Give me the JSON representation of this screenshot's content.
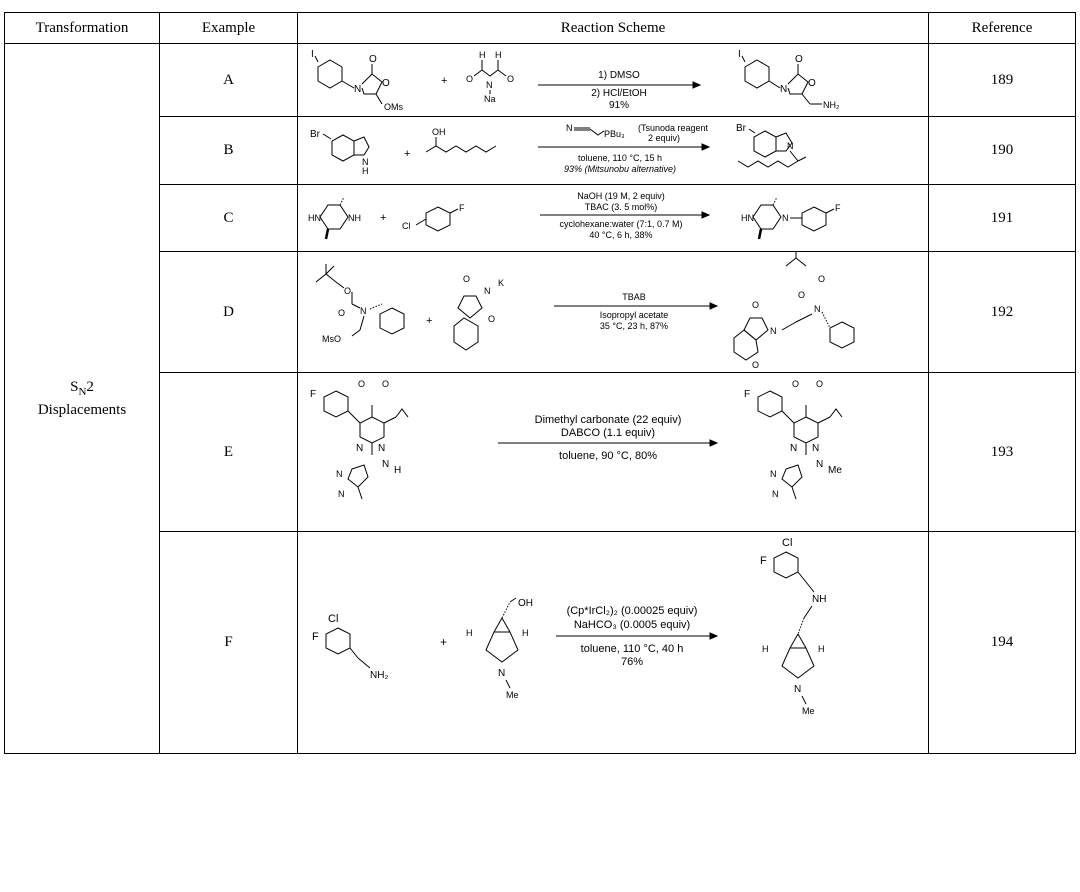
{
  "headers": {
    "transformation": "Transformation",
    "example": "Example",
    "scheme": "Reaction Scheme",
    "reference": "Reference"
  },
  "transformation": {
    "main": "S",
    "sub": "N",
    "rest": "2",
    "line2": "Displacements"
  },
  "rows": [
    {
      "example": "A",
      "reference": "189",
      "cond": [
        "1) DMSO",
        "2) HCl/EtOH",
        "91%"
      ],
      "labels": {
        "sm_group": "OMs",
        "reagent_n": "N",
        "reagent_na": "Na",
        "reagent_h": "H",
        "prod_group": "NH₂",
        "halogen": "I"
      }
    },
    {
      "example": "B",
      "reference": "190",
      "cond": [
        "N",
        "PBu₃",
        "(Tsunoda reagent",
        "2 equiv)",
        "toluene, 110 °C, 15 h",
        "93% (Mitsunobu alternative)"
      ],
      "labels": {
        "halogen": "Br",
        "nh": "N",
        "h": "H",
        "oh": "OH",
        "n": "N"
      }
    },
    {
      "example": "C",
      "reference": "191",
      "cond": [
        "NaOH (19 M, 2 equiv)",
        "TBAC (3. 5 mol%)",
        "cyclohexane:water (7:1, 0.7 M)",
        "40 °C, 6 h, 38%"
      ],
      "labels": {
        "hn": "HN",
        "nh": "NH",
        "cl": "Cl",
        "f": "F",
        "n": "N"
      }
    },
    {
      "example": "D",
      "reference": "192",
      "cond": [
        "TBAB",
        "Isopropyl acetate",
        "35 °C, 23 h, 87%"
      ],
      "labels": {
        "o": "O",
        "n": "N",
        "k": "K",
        "mso": "MsO"
      }
    },
    {
      "example": "E",
      "reference": "193",
      "cond": [
        "Dimethyl carbonate (22 equiv)",
        "DABCO (1.1 equiv)",
        "toluene, 90 °C, 80%"
      ],
      "labels": {
        "f": "F",
        "o": "O",
        "n": "N",
        "h": "H",
        "me": "Me"
      }
    },
    {
      "example": "F",
      "reference": "194",
      "cond": [
        "(Cp*IrCl₂)₂ (0.00025 equiv)",
        "NaHCO₃ (0.0005 equiv)",
        "toluene, 110 °C, 40 h",
        "76%"
      ],
      "labels": {
        "cl": "Cl",
        "f": "F",
        "nh2": "NH₂",
        "oh": "OH",
        "h": "H",
        "n": "N",
        "me": "Me",
        "nh": "NH"
      }
    }
  ]
}
